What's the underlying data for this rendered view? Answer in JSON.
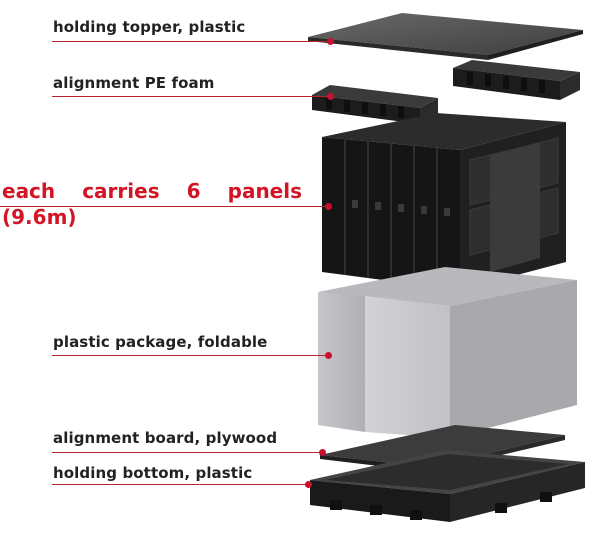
{
  "labels": {
    "holding_topper": "holding topper, plastic",
    "alignment_foam": "alignment PE foam",
    "panels_line1": [
      "each",
      "carries",
      "6",
      "panels"
    ],
    "panels_line2": "(9.6m)",
    "plastic_package": "plastic package, foldable",
    "alignment_board": "alignment board, plywood",
    "holding_bottom": "holding bottom, plastic"
  },
  "colors": {
    "leader_line": "#b8232a",
    "marker_dot": "#c8102e",
    "callout_text": "#d21424",
    "label_text": "#222222"
  },
  "components": {
    "panel_count": 6
  }
}
